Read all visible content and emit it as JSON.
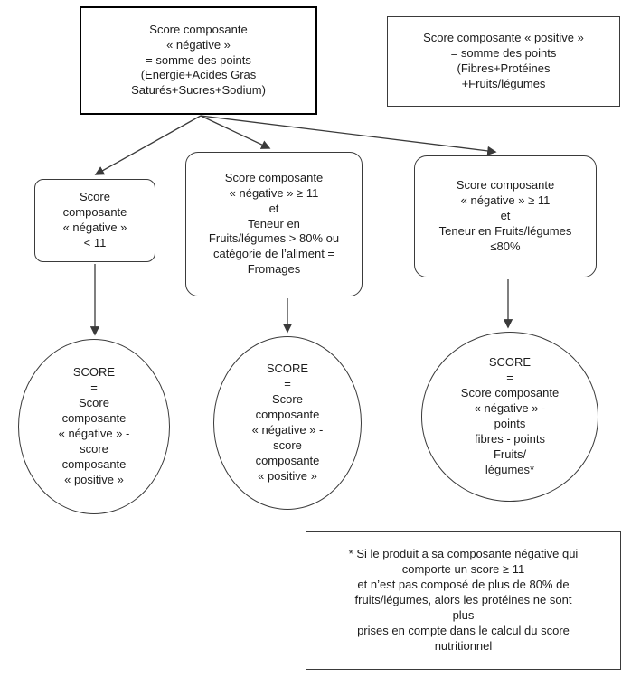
{
  "nodes": {
    "negative": {
      "text": "Score composante\n« négative »\n= somme  des points\n(Energie+Acides Gras\nSaturés+Sucres+Sodium)"
    },
    "positive": {
      "text": "Score composante « positive »\n= somme  des points\n(Fibres+Protéines\n+Fruits/légumes"
    },
    "cond_left": {
      "text": "Score\ncomposante\n« négative »\n< 11"
    },
    "cond_middle": {
      "text": "Score composante\n« négative » ≥ 11\net\nTeneur en\nFruits/légumes  > 80% ou\ncatégorie de l’aliment =\nFromages"
    },
    "cond_right": {
      "text": "Score composante\n« négative » ≥ 11\net\nTeneur en Fruits/légumes\n≤80%"
    },
    "score_left": {
      "text": "SCORE\n=\nScore\ncomposante\n« négative » -\nscore\ncomposante\n« positive »"
    },
    "score_middle": {
      "text": "SCORE\n=\nScore\ncomposante\n« négative » -\nscore\ncomposante\n« positive »"
    },
    "score_right": {
      "text": "SCORE\n=\nScore composante\n« négative » -\npoints\nfibres - points\nFruits/\nlégumes*"
    },
    "footnote": {
      "text": "* Si le produit a sa composante  négative  qui\ncomporte un score ≥ 11\net n’est pas composé de plus de 80% de\nfruits/légumes, alors les protéines  ne sont\nplus\nprises en compte dans le calcul du score\nnutritionnel"
    }
  },
  "colors": {
    "line": "#3a3a3a",
    "border_bold": "#000000",
    "background": "#ffffff",
    "text": "#1c1c1c"
  }
}
